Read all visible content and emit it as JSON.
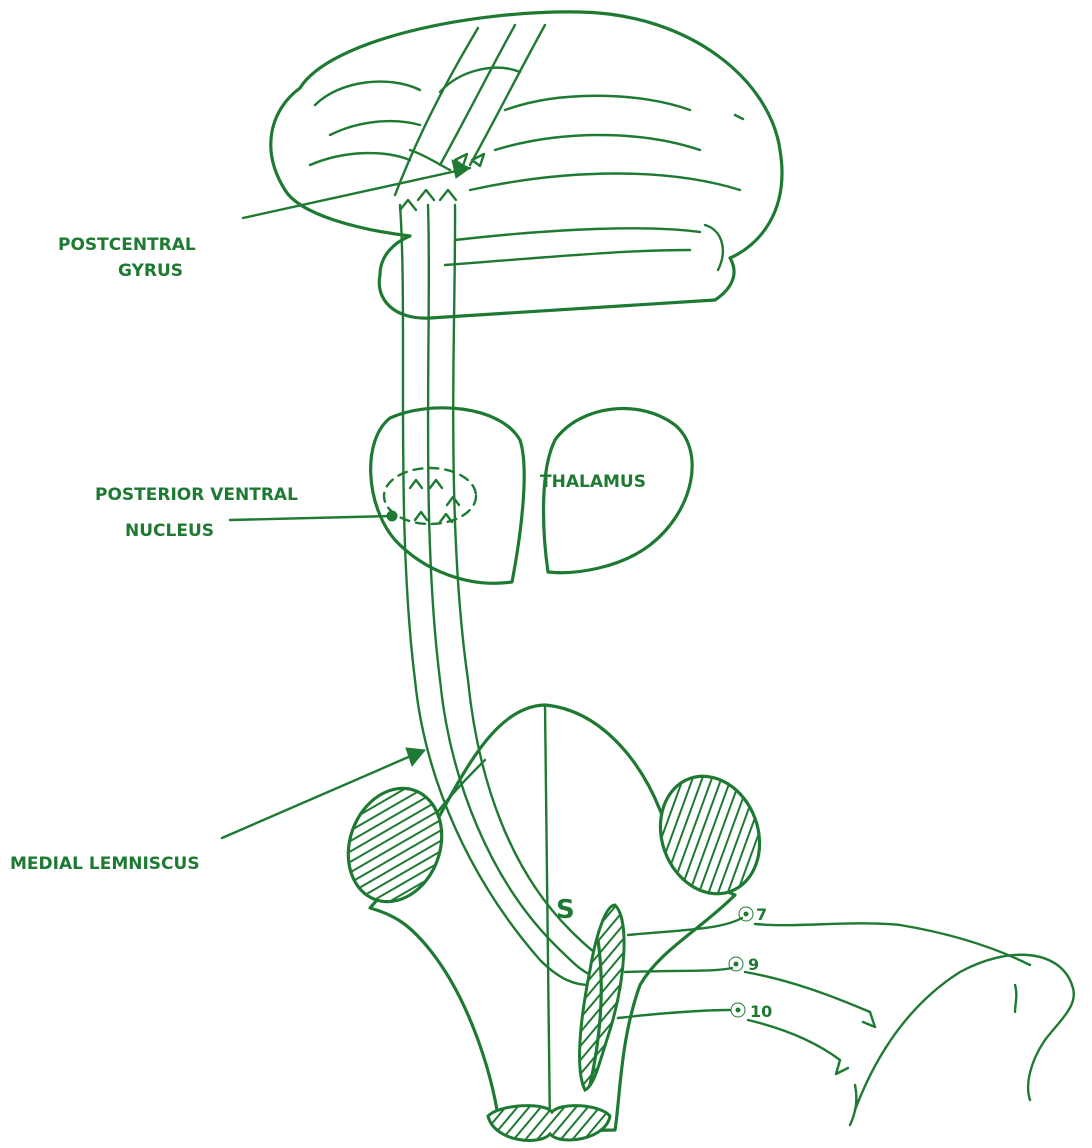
{
  "colors": {
    "ink": "#1e7a33",
    "background": "#ffffff"
  },
  "labels": {
    "postcentral_line1": "POSTCENTRAL",
    "postcentral_line2": "GYRUS",
    "posterior_line1": "POSTERIOR  VENTRAL",
    "posterior_line2": "NUCLEUS",
    "thalamus": "THALAMUS",
    "medial_lemniscus": "MEDIAL  LEMNISCUS",
    "s_label": "S",
    "nerve_7": "7",
    "nerve_9": "9",
    "nerve_10": "10"
  }
}
